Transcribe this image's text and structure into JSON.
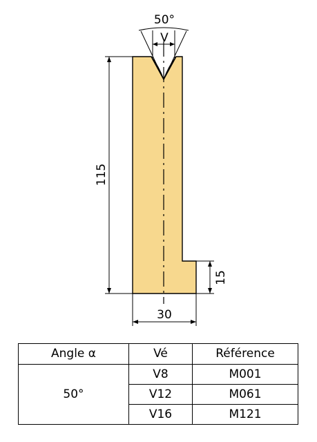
{
  "drawing": {
    "angle_label": "50°",
    "v_label": "V",
    "height_label": "115",
    "step_label": "15",
    "width_label": "30",
    "body_color": "#F7D88E"
  },
  "table": {
    "headers": [
      "Angle α",
      "Vé",
      "Référence"
    ],
    "angle_value": "50°",
    "rows": [
      {
        "ve": "V8",
        "ref": "M001"
      },
      {
        "ve": "V12",
        "ref": "M061"
      },
      {
        "ve": "V16",
        "ref": "M121"
      }
    ]
  }
}
